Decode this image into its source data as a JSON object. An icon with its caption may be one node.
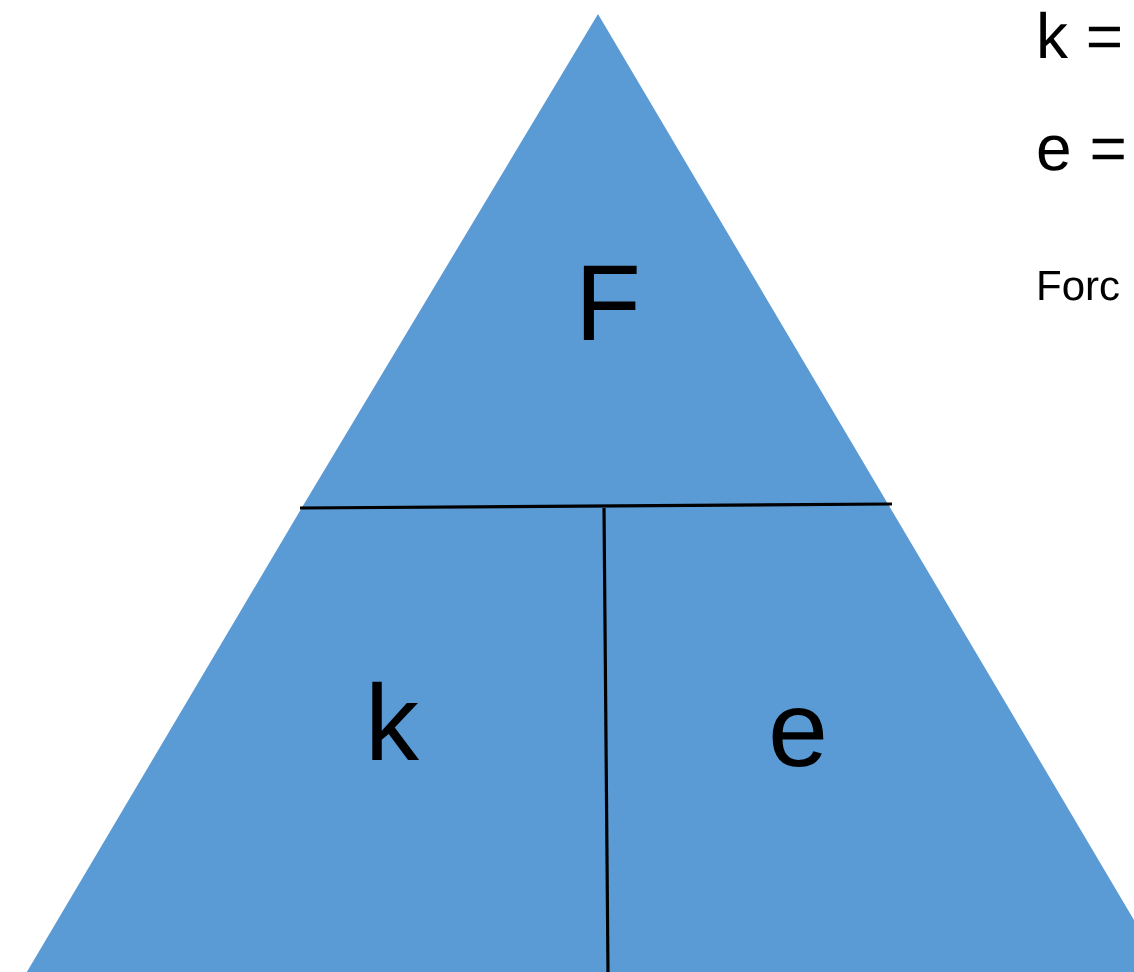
{
  "diagram": {
    "nodes": [
      {
        "text": [
          "F"
        ]
      },
      {
        "text": [
          "k"
        ]
      },
      {
        "text": [
          "e"
        ]
      }
    ],
    "labels": [
      "k =",
      "e =",
      "Forc"
    ]
  }
}
